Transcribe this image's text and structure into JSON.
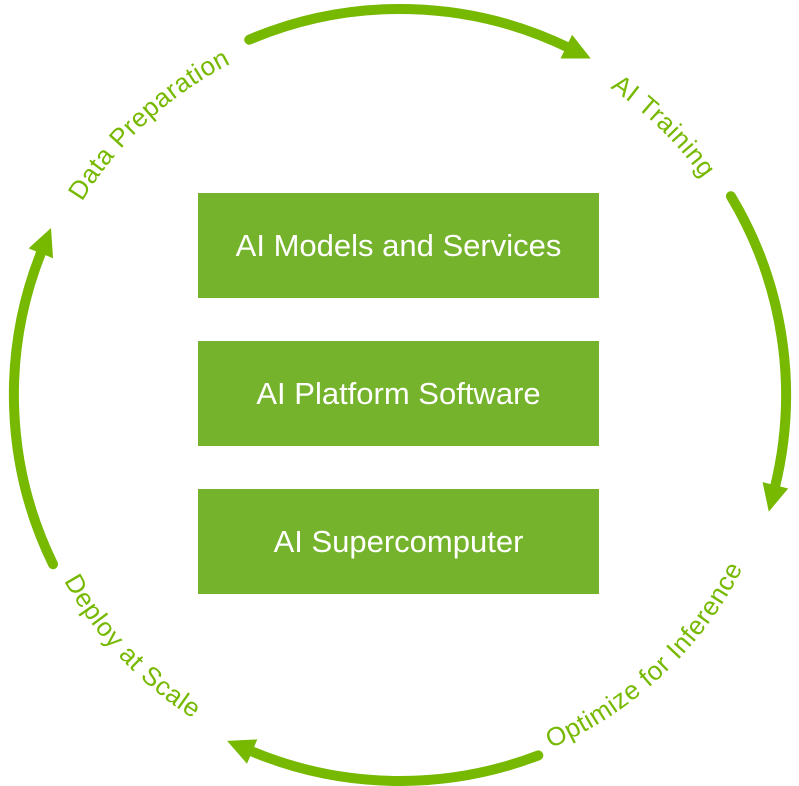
{
  "diagram": {
    "cycle": {
      "labels": [
        {
          "label": "Data Preparation"
        },
        {
          "label": "AI Training"
        },
        {
          "label": "Optimize for Inference"
        },
        {
          "label": "Deploy at Scale"
        }
      ]
    },
    "stack": {
      "boxes": [
        {
          "label": "AI Models and Services"
        },
        {
          "label": "AI Platform Software"
        },
        {
          "label": "AI Supercomputer"
        }
      ]
    },
    "icons": {
      "arrowhead": "solid-triangle"
    },
    "colors": {
      "green": "#76B900",
      "box_green": "#75B32C",
      "box_text": "#FFFFFF",
      "background": "#FFFFFF"
    }
  }
}
